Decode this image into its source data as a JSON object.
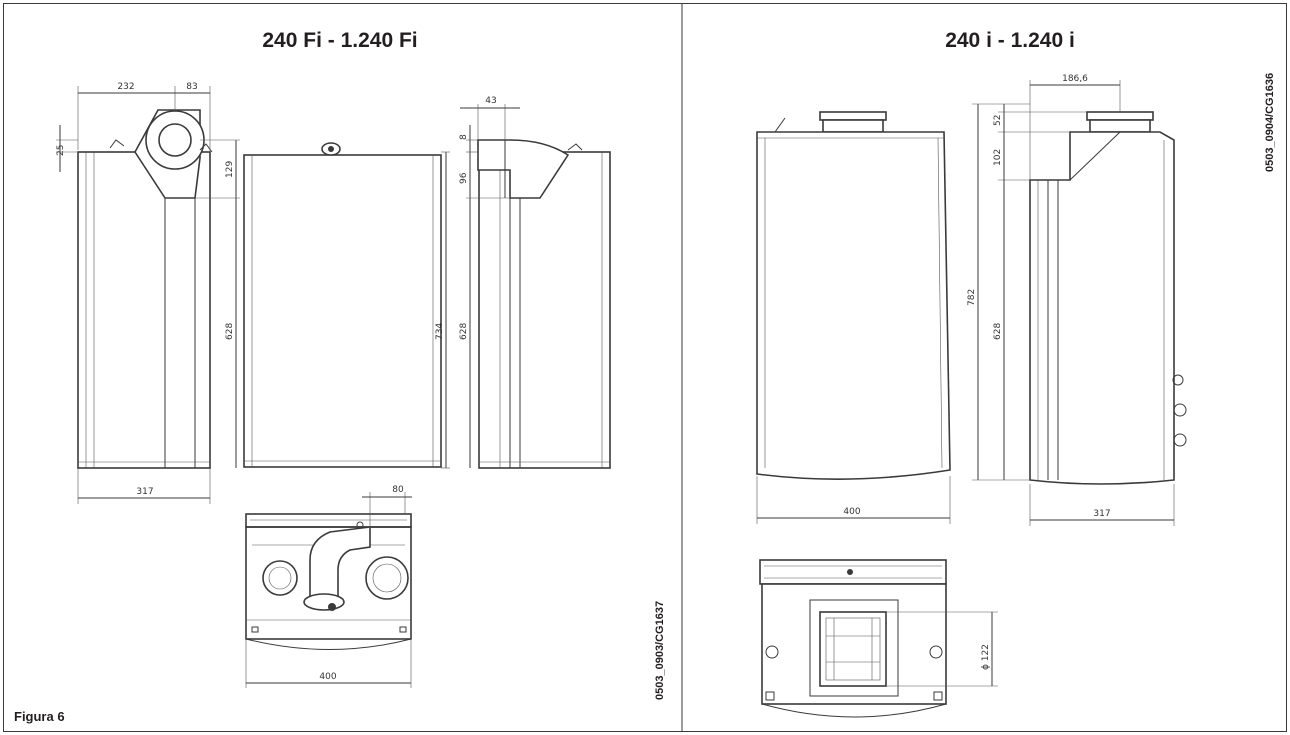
{
  "left_panel": {
    "title": "240 Fi - 1.240 Fi",
    "code": "0503_0903/CG1637",
    "dimensions": {
      "d232": "232",
      "d83": "83",
      "d25": "25",
      "d129": "129",
      "d628a": "628",
      "d734": "734",
      "d43": "43",
      "d8": "8",
      "d96": "96",
      "d628b": "628",
      "d317": "317",
      "d80": "80",
      "d400": "400"
    }
  },
  "right_panel": {
    "title": "240 i - 1.240 i",
    "code": "0503_0904/CG1636",
    "dimensions": {
      "d186": "186,6",
      "d52": "52",
      "d102": "102",
      "d782": "782",
      "d628": "628",
      "d400": "400",
      "d317": "317",
      "d122": "ϕ 122"
    }
  },
  "caption": "Figura 6"
}
